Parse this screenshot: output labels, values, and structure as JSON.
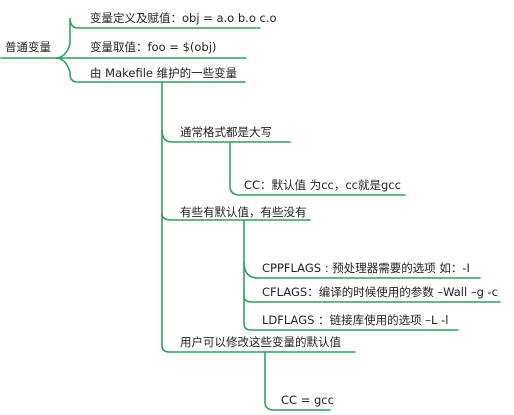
{
  "mindmap": {
    "root": {
      "label": "普通变量"
    },
    "branches": [
      {
        "label": "变量定义及赋值：obj = a.o b.o c.o"
      },
      {
        "label": "变量取值：foo = $(obj)"
      },
      {
        "label": "由 Makefile 维护的一些变量",
        "children": [
          {
            "label": "通常格式都是大写",
            "children": [
              {
                "label": "CC：默认值 为cc，cc就是gcc"
              }
            ]
          },
          {
            "label": "有些有默认值，有些没有",
            "children": [
              {
                "label": "CPPFLAGS : 预处理器需要的选项 如：-I"
              },
              {
                "label": "CFLAGS：编译的时候使用的参数 –Wall –g -c"
              },
              {
                "label": "LDFLAGS ：链接库使用的选项 –L -l"
              }
            ]
          },
          {
            "label": "用户可以修改这些变量的默认值",
            "children": [
              {
                "label": "CC = gcc"
              }
            ]
          }
        ]
      }
    ]
  }
}
